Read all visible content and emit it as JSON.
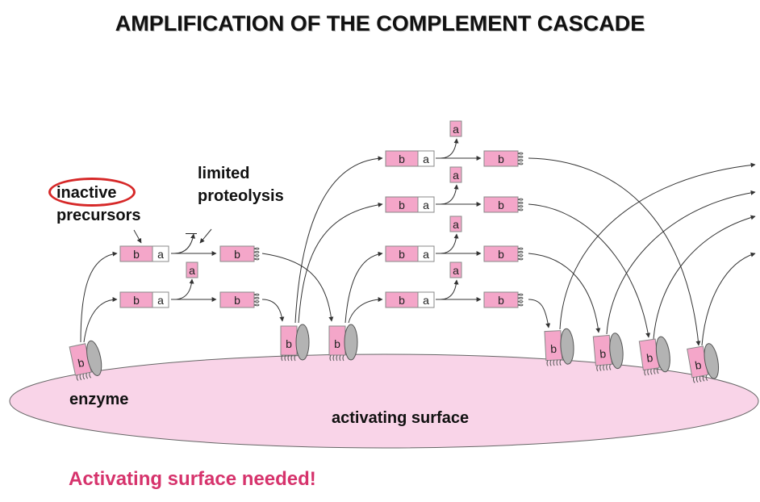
{
  "title": "AMPLIFICATION OF THE COMPLEMENT CASCADE",
  "labels": {
    "inactive": "inactive",
    "precursors": "precursors",
    "limited": "limited",
    "proteolysis": "proteolysis",
    "enzyme": "enzyme",
    "activating_surface": "activating surface",
    "dash": "—"
  },
  "footer": "Activating surface needed!",
  "fragment_letters": {
    "b": "b",
    "a": "a"
  },
  "colors": {
    "fragment_fill": "#f4a6c9",
    "surface_fill": "#f9d4e8",
    "oval_fill": "#b3b3b3",
    "highlight_ring": "#d62828",
    "footer_text": "#d6336c"
  }
}
